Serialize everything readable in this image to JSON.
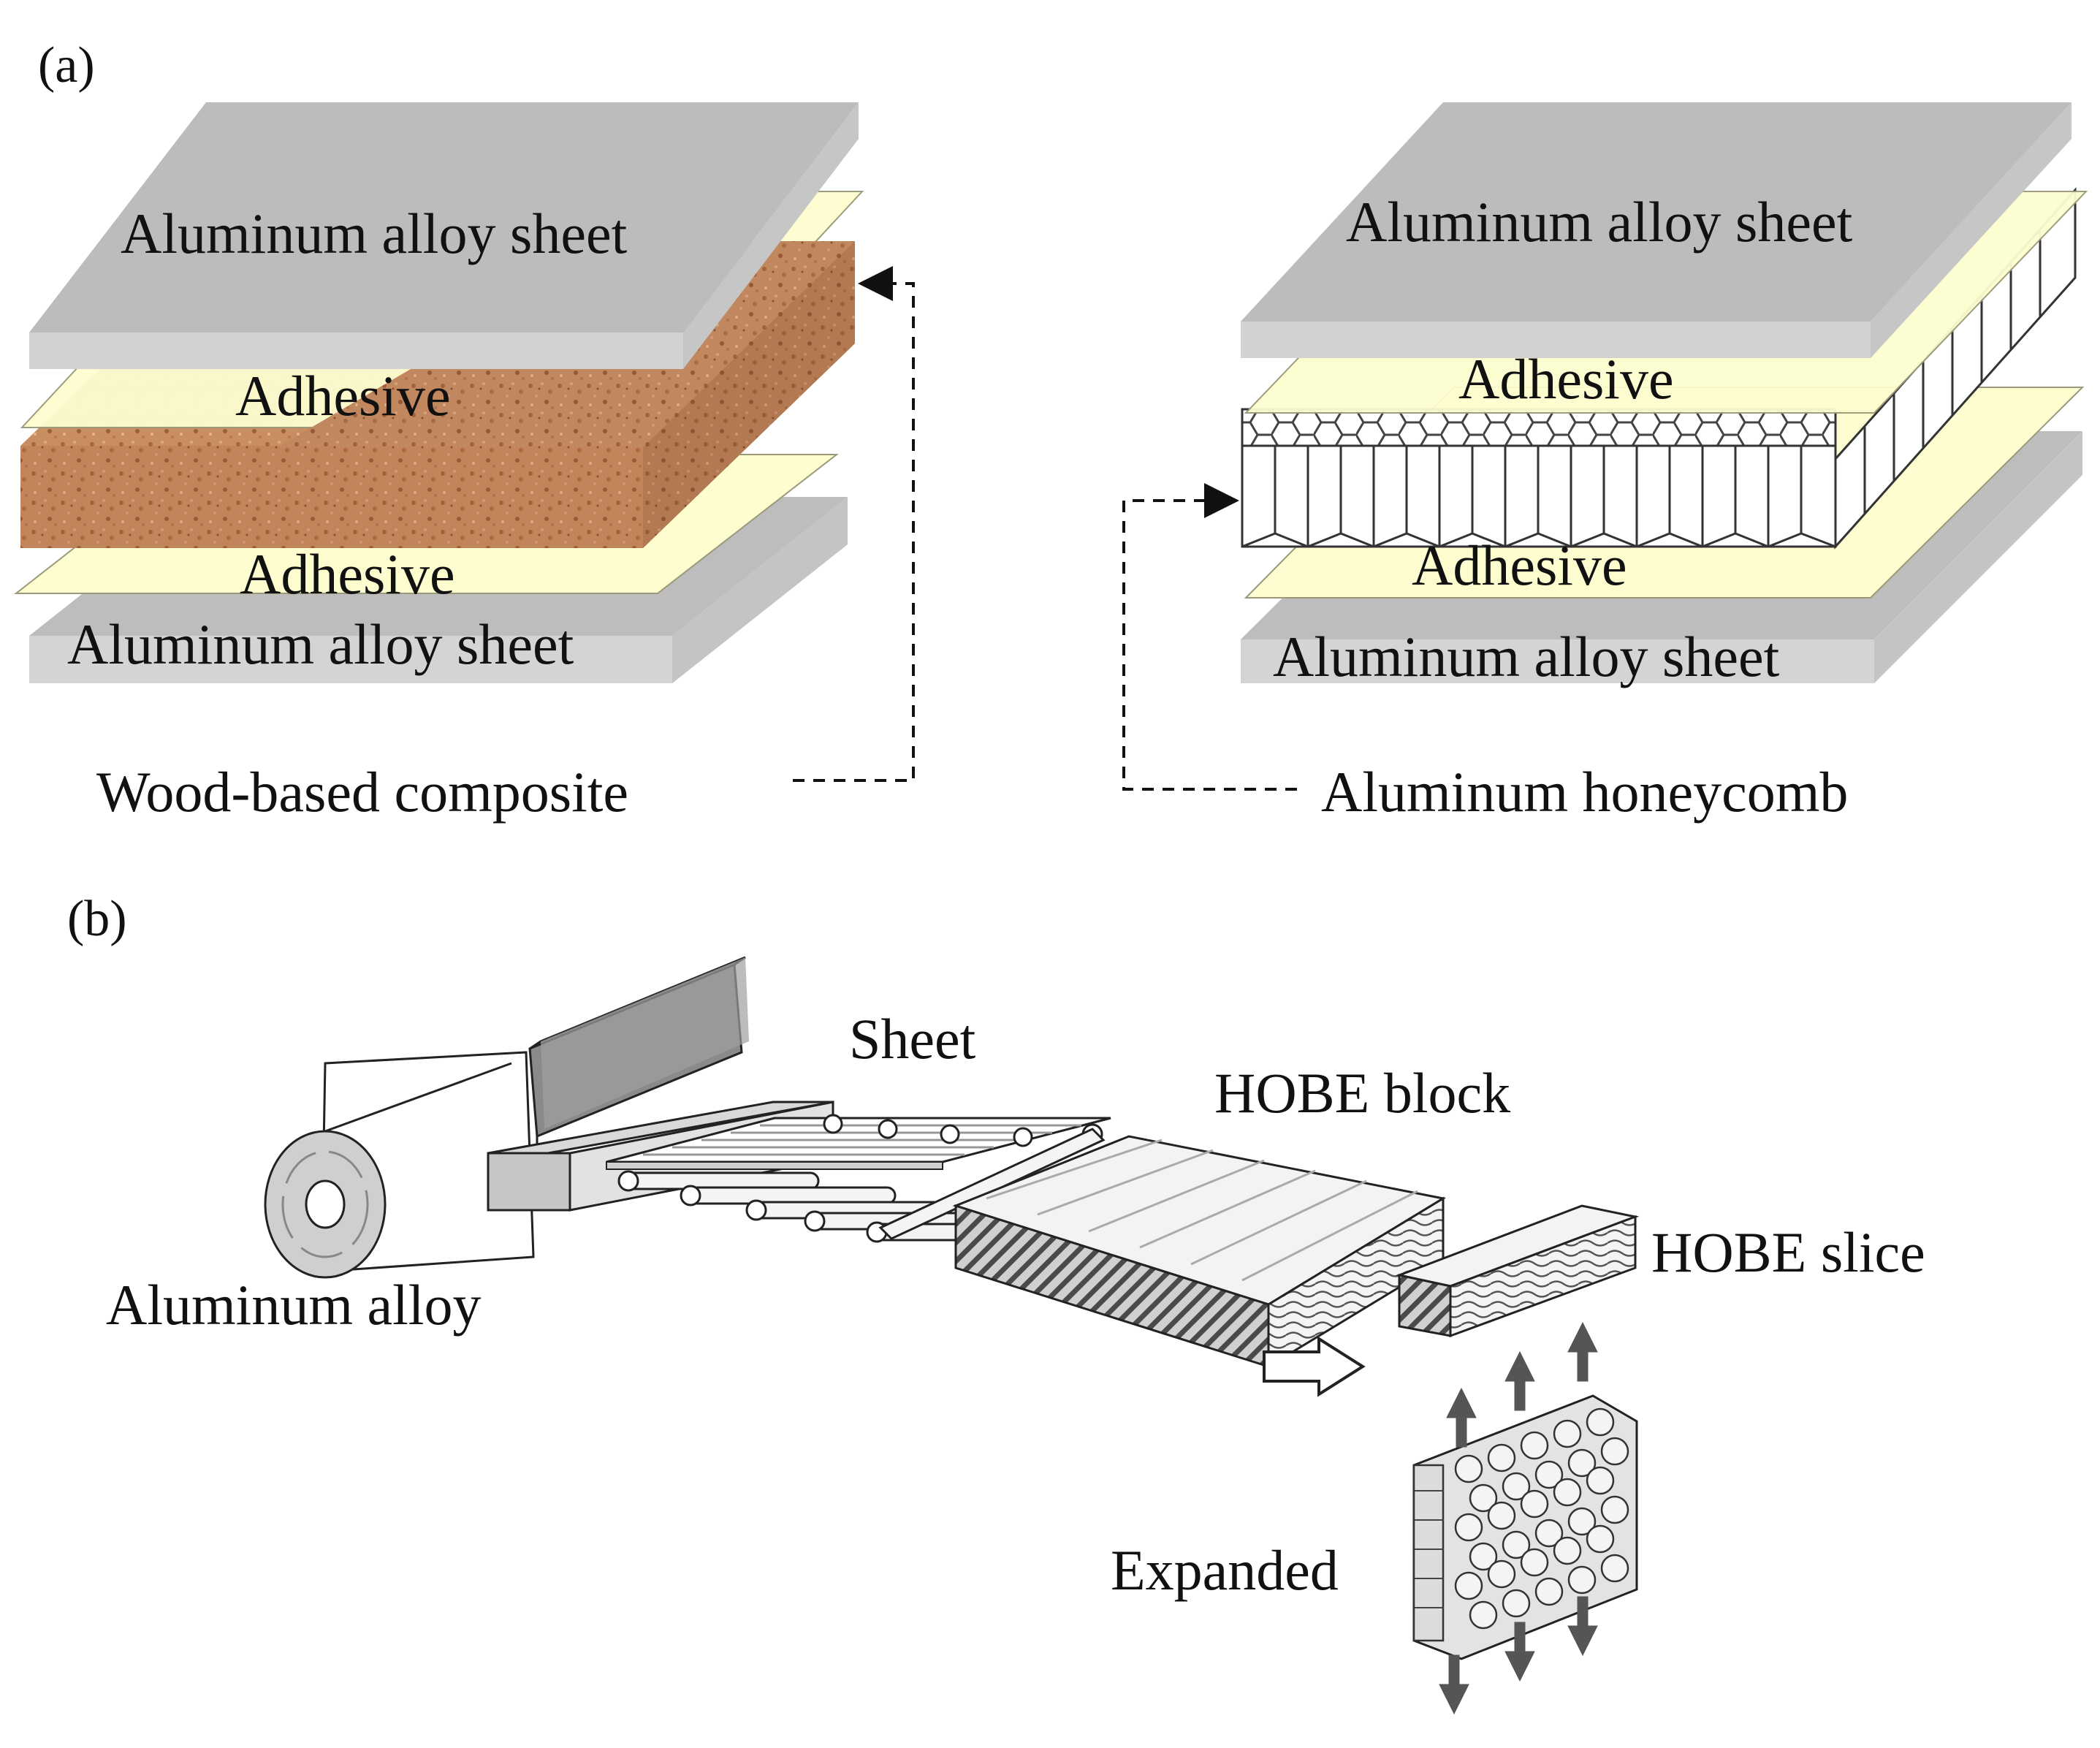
{
  "panel_a": {
    "tag": "(a)",
    "left": {
      "top_sheet": "Aluminum alloy sheet",
      "adhesive_top": "Adhesive",
      "adhesive_bottom": "Adhesive",
      "bottom_sheet": "Aluminum alloy sheet",
      "core_caption": "Wood-based composite"
    },
    "right": {
      "top_sheet": "Aluminum alloy sheet",
      "adhesive_top": "Adhesive",
      "adhesive_bottom": "Adhesive",
      "bottom_sheet": "Aluminum alloy sheet",
      "core_caption": "Aluminum honeycomb"
    }
  },
  "panel_b": {
    "tag": "(b)",
    "labels": {
      "sheet": "Sheet",
      "hobe_block": "HOBE block",
      "hobe_slice": "HOBE slice",
      "aluminum_alloy": "Aluminum alloy",
      "expanded": "Expanded"
    }
  },
  "colors": {
    "aluminum_top": "#b9b9b9",
    "aluminum_side": "#d2d2d2",
    "adhesive": "#fdfdd0",
    "wood": "#c98d62",
    "wood_dark": "#a86a43",
    "honeycomb_stroke": "#333333"
  }
}
